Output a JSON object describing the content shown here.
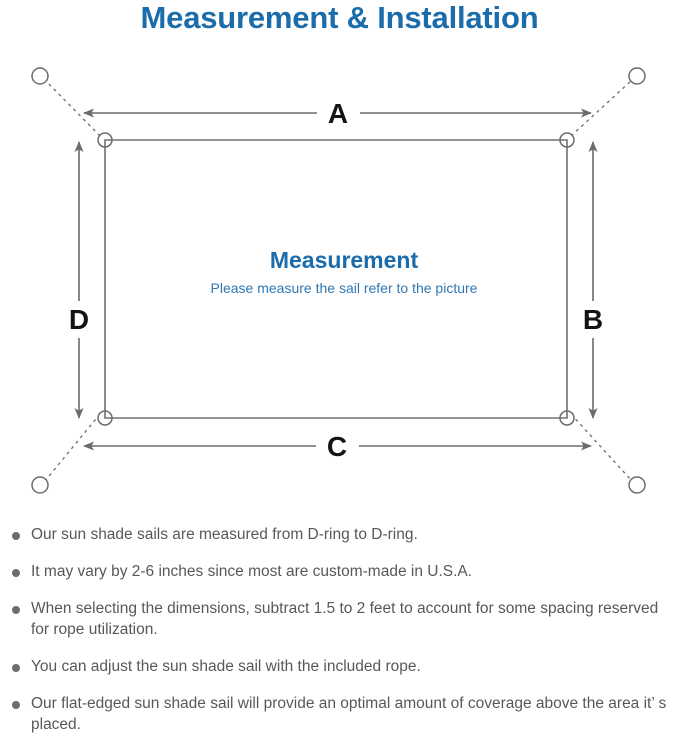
{
  "header": {
    "title": "Measurement & Installation",
    "title_color": "#1b6cab"
  },
  "diagram": {
    "name": "sun-shade-sail-measurement-diagram",
    "center": {
      "heading": "Measurement",
      "subheading": "Please measure the sail refer to the picture",
      "heading_color": "#1b6cab",
      "subheading_color": "#2f78b5"
    },
    "dimension_labels": {
      "top": "A",
      "right": "B",
      "bottom": "C",
      "left": "D"
    },
    "line_color": "#6b6b6b",
    "sail_edge_color": "#707070",
    "corners": [
      {
        "name": "top-left",
        "d_ring": true,
        "anchor": true
      },
      {
        "name": "top-right",
        "d_ring": true,
        "anchor": true
      },
      {
        "name": "bottom-right",
        "d_ring": true,
        "anchor": true
      },
      {
        "name": "bottom-left",
        "d_ring": true,
        "anchor": true
      }
    ]
  },
  "notes": [
    "Our sun shade sails are measured from D-ring to D-ring.",
    "It may vary by 2-6 inches since most are custom-made in U.S.A.",
    "When selecting the dimensions, subtract 1.5 to 2 feet to account for some spacing reserved for rope utilization.",
    "You can adjust the sun shade sail with the included rope.",
    "Our flat-edged sun shade sail will provide an optimal amount of coverage above the area it’ s placed."
  ]
}
